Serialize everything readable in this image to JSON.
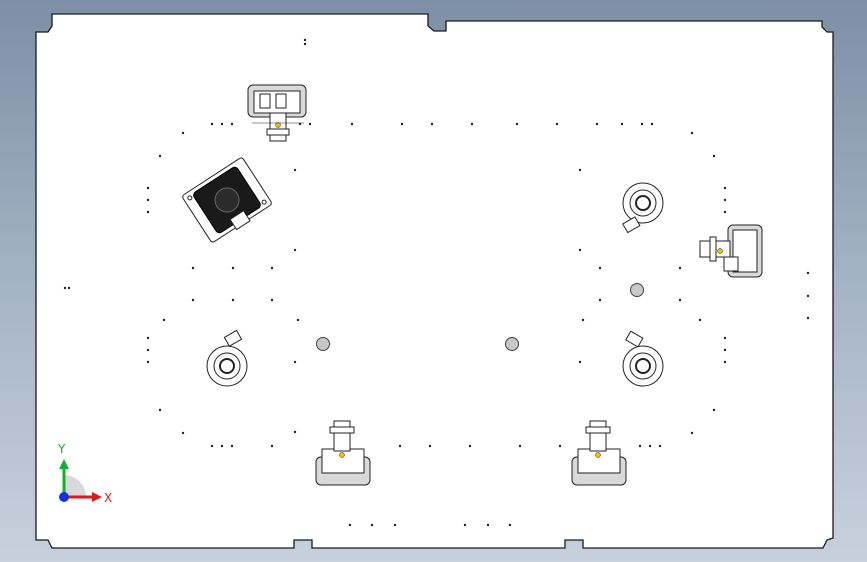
{
  "viewport": {
    "background_top": "#7d8fa6",
    "background_bottom": "#c7d1dd",
    "plate_fill": "#ffffff",
    "plate_edge": "#1a1a1a"
  },
  "triad": {
    "x_label": "X",
    "y_label": "Y",
    "x_color": "#e01818",
    "y_color": "#10b030",
    "z_color": "#1830e0"
  },
  "components": [
    {
      "kind": "gripper-station",
      "orientation": "top"
    },
    {
      "kind": "servo-motor",
      "orientation": "rotated"
    },
    {
      "kind": "roller-unit",
      "orientation": "upper-right"
    },
    {
      "kind": "gripper-station",
      "orientation": "right"
    },
    {
      "kind": "roller-unit",
      "orientation": "lower-left"
    },
    {
      "kind": "roller-unit",
      "orientation": "lower-right"
    },
    {
      "kind": "gripper-station",
      "orientation": "bottom-left"
    },
    {
      "kind": "gripper-station",
      "orientation": "bottom-right"
    },
    {
      "kind": "locating-pin",
      "count": 3
    }
  ]
}
